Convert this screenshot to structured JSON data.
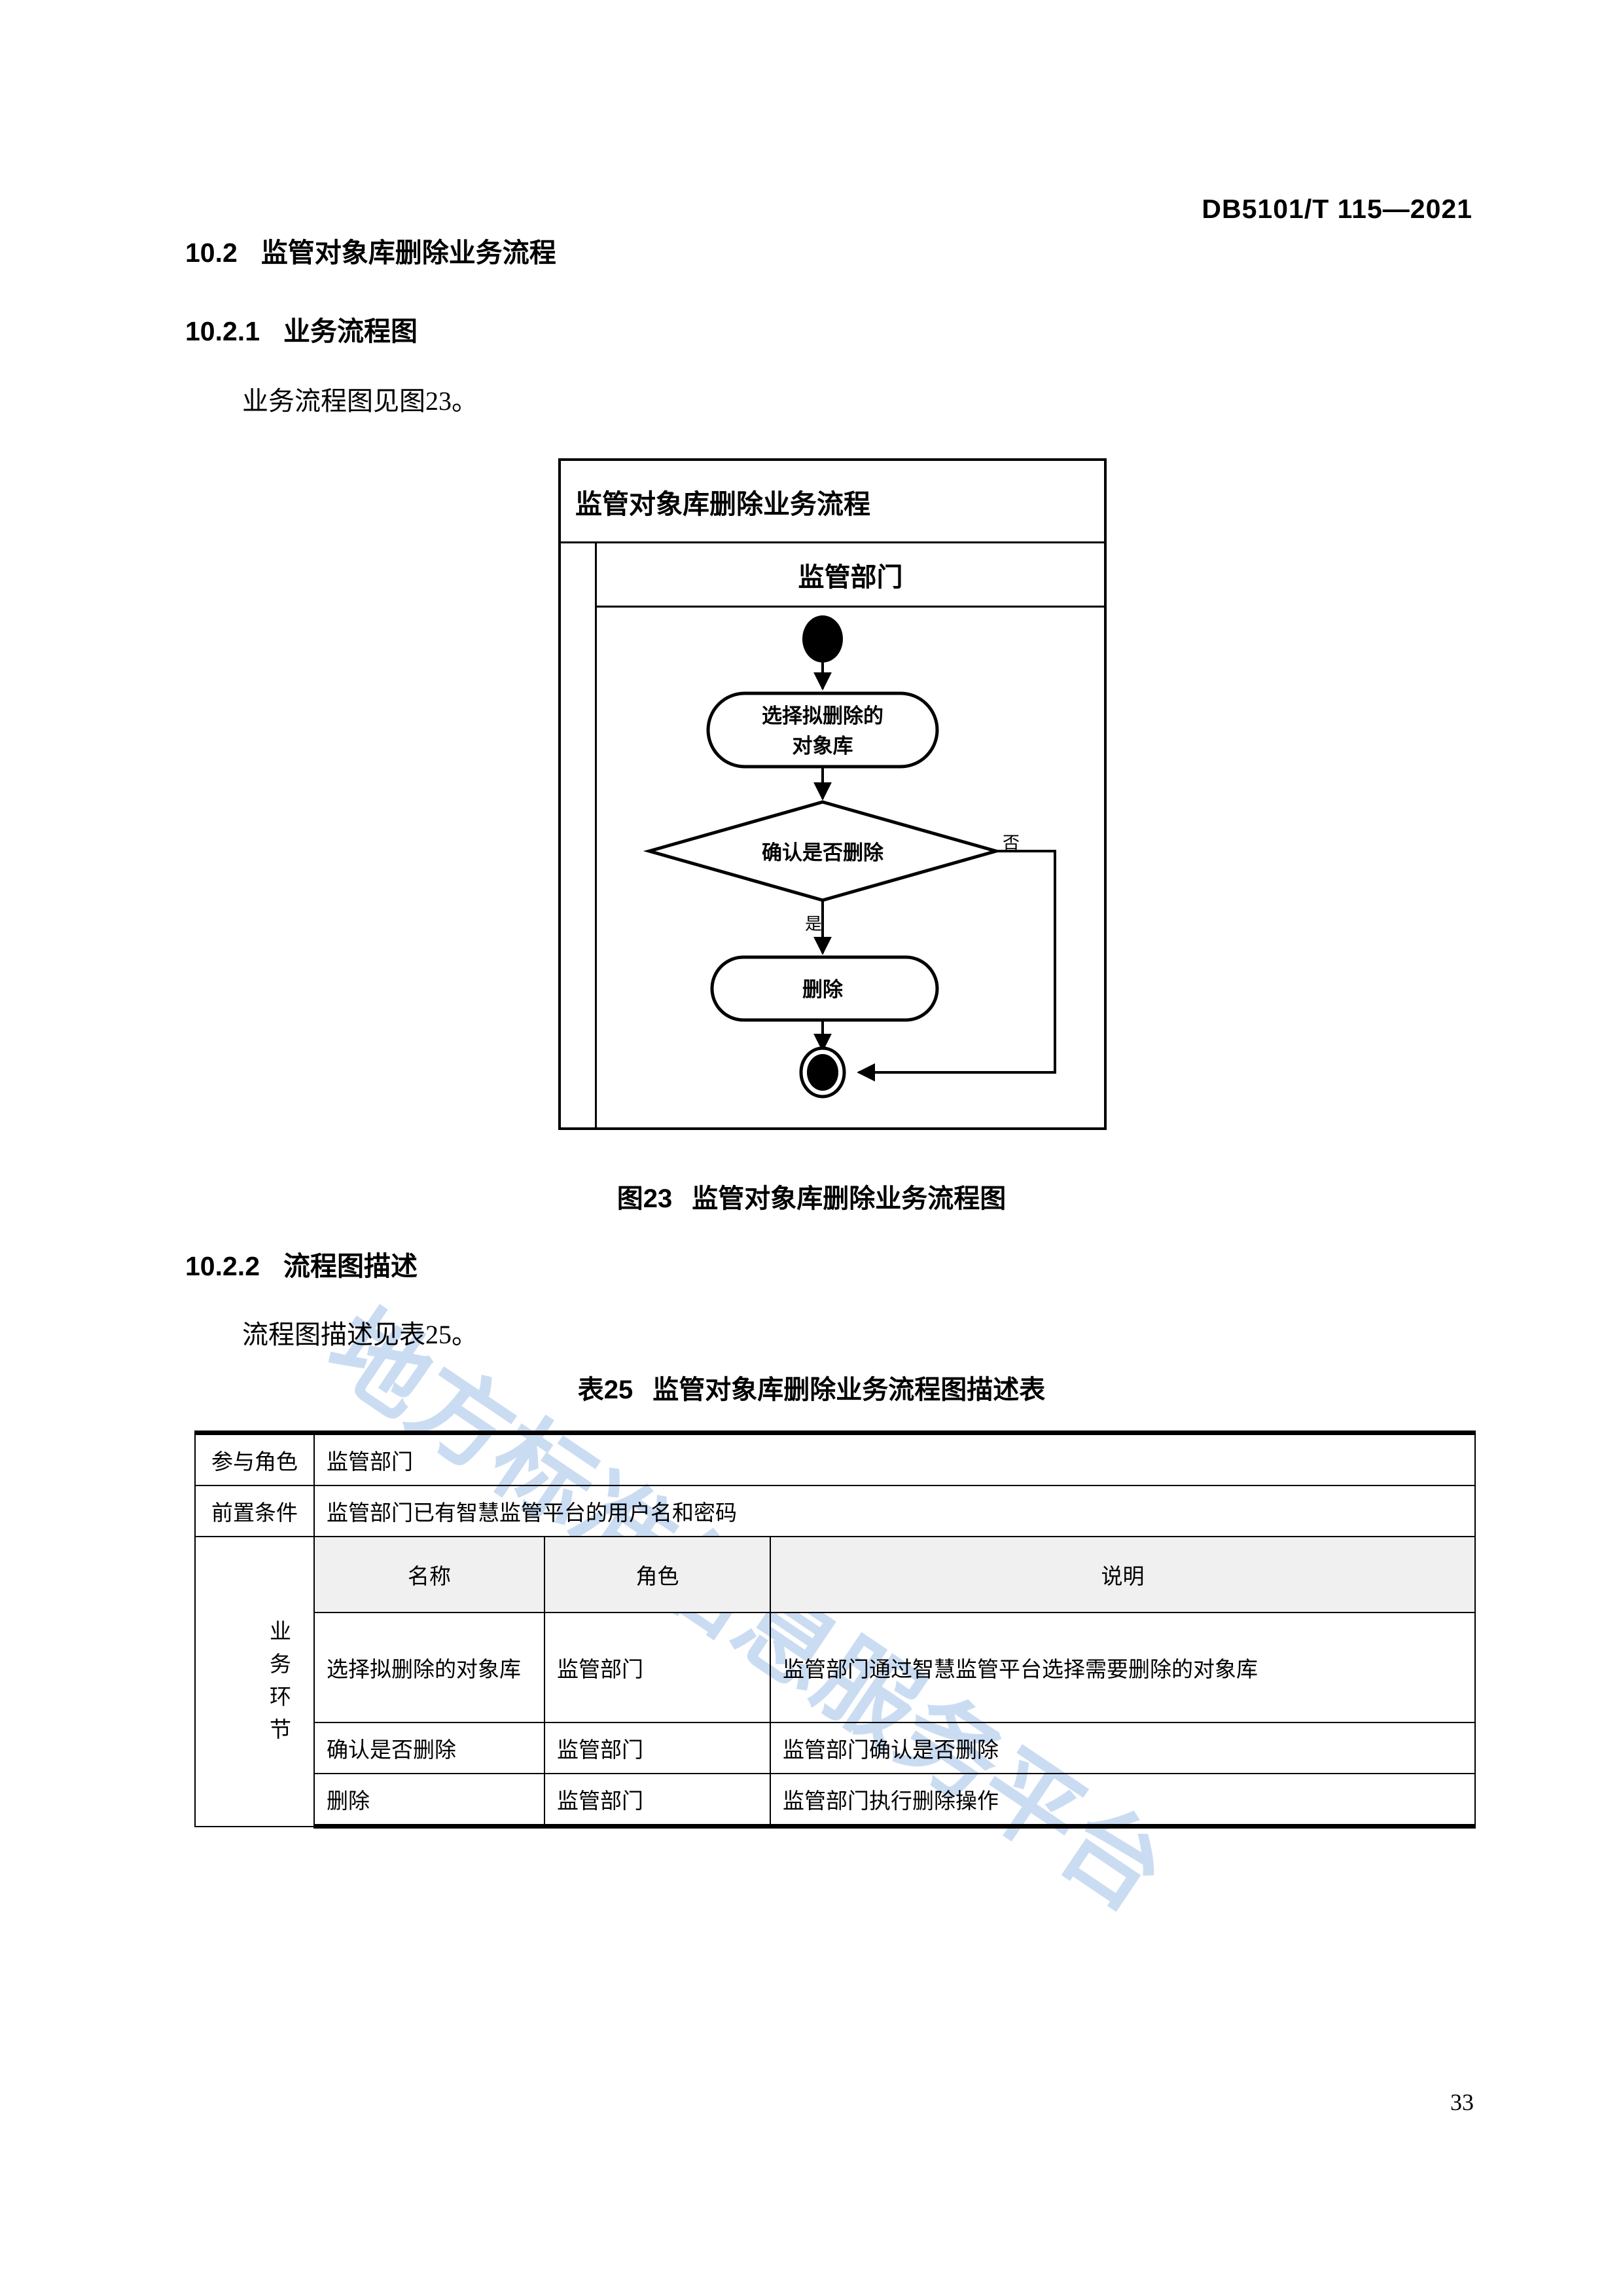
{
  "header": {
    "standard_code": "DB5101/T  115—2021"
  },
  "sections": [
    {
      "number": "10.2",
      "title": "监管对象库删除业务流程"
    },
    {
      "number": "10.2.1",
      "title": "业务流程图"
    },
    {
      "number": "10.2.2",
      "title": "流程图描述"
    }
  ],
  "paragraphs": {
    "figure_ref": "业务流程图见图23。",
    "table_ref": "流程图描述见表25。"
  },
  "figure": {
    "caption_number": "图23",
    "caption_title": "监管对象库删除业务流程图",
    "diagram": {
      "title": "监管对象库删除业务流程",
      "lane_title": "监管部门",
      "nodes": [
        {
          "id": "start",
          "type": "start-node",
          "label": ""
        },
        {
          "id": "select",
          "type": "action-node",
          "label_line1": "选择拟删除的",
          "label_line2": "对象库"
        },
        {
          "id": "confirm",
          "type": "decision-node",
          "label": "确认是否删除"
        },
        {
          "id": "delete",
          "type": "action-node",
          "label": "删除"
        },
        {
          "id": "end",
          "type": "end-node",
          "label": ""
        }
      ],
      "edge_labels": {
        "yes": "是",
        "no": "否"
      }
    }
  },
  "table": {
    "caption_number": "表25",
    "caption_title": "监管对象库删除业务流程图描述表",
    "info_rows": [
      {
        "label": "参与角色",
        "value": "监管部门"
      },
      {
        "label": "前置条件",
        "value": "监管部门已有智慧监管平台的用户名和密码"
      }
    ],
    "section_label": "业务环节",
    "section_label_chars": [
      "业",
      "务",
      "环",
      "节"
    ],
    "columns": [
      "名称",
      "角色",
      "说明"
    ],
    "rows": [
      {
        "name": "选择拟删除的对象库",
        "role": "监管部门",
        "desc": "监管部门通过智慧监管平台选择需要删除的对象库"
      },
      {
        "name": "确认是否删除",
        "role": "监管部门",
        "desc": "监管部门确认是否删除"
      },
      {
        "name": "删除",
        "role": "监管部门",
        "desc": "监管部门执行删除操作"
      }
    ]
  },
  "footer": {
    "page_number": "33"
  },
  "watermark": {
    "text": "地方标准信息服务平台"
  },
  "colors": {
    "ink": "#000000",
    "header_fill": "#f0f0f0",
    "watermark": "#cadcf2"
  }
}
